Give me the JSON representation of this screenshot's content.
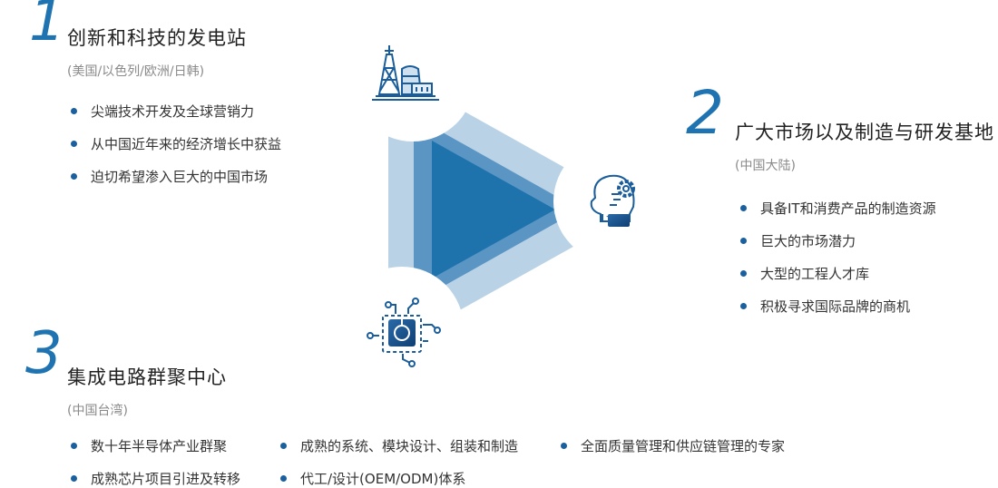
{
  "sections": [
    {
      "number": "1",
      "title": "创新和科技的发电站",
      "subtitle": "(美国/以色列/欧洲/日韩)",
      "items": [
        "尖端技术开发及全球营销力",
        "从中国近年来的经济增长中获益",
        "迫切希望渗入巨大的中国市场"
      ]
    },
    {
      "number": "2",
      "title": "广大市场以及制造与研发基地",
      "subtitle": "(中国大陆)",
      "items": [
        "具备IT和消费产品的制造资源",
        "巨大的市场潜力",
        "大型的工程人才库",
        "积极寻求国际品牌的商机"
      ]
    },
    {
      "number": "3",
      "title": "集成电路群聚中心",
      "subtitle": "(中国台湾)",
      "items": [
        "数十年半导体产业群聚",
        "成熟的系统、模块设计、组装和制造",
        "全面质量管理和供应链管理的专家",
        "成熟芯片项目引进及转移",
        "代工/设计(OEM/ODM)体系"
      ]
    }
  ],
  "colors": {
    "accent": "#1e73b0",
    "bullet": "#1a5f9e",
    "triangle_outer": "#b9d2e6",
    "triangle_mid": "#5a95c4",
    "triangle_inner": "#1f73ad"
  },
  "icons": [
    "power-plant-icon",
    "ai-head-gear-icon",
    "chip-circuit-icon"
  ]
}
